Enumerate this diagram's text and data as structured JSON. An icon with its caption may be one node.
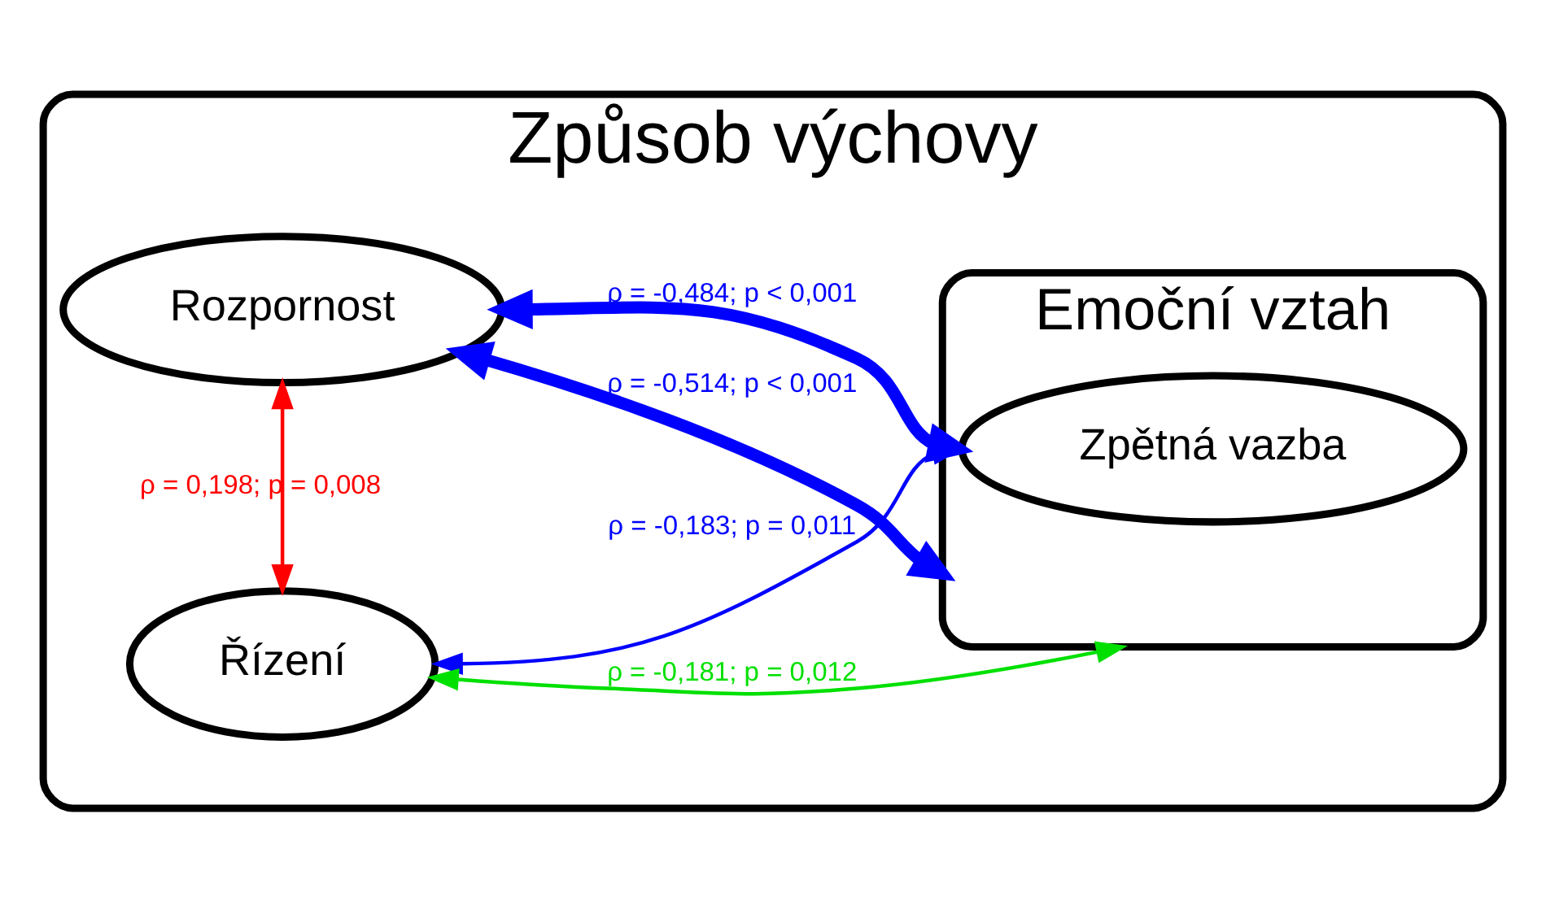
{
  "diagram": {
    "nodes": [
      {
        "text": [
          "Způsob výchovy"
        ]
      },
      {
        "text": [
          "Řízení"
        ],
        "in": 0
      },
      {
        "text": [
          "Emoční vztah"
        ],
        "in": 0
      },
      {
        "text": [
          "Zpětná vazba"
        ],
        "in": 2
      },
      {
        "text": [
          "Rozpornost"
        ],
        "in": 0
      }
    ],
    "edges": [
      {
        "from": 1,
        "to": 2,
        "arrow": "both",
        "label": "ρ = -0,181; p = 0,012",
        "color": "#00e000"
      },
      {
        "from": 1,
        "to": 4,
        "arrow": "both",
        "label": "ρ = 0,198; p = 0,008",
        "color": "#ff0000"
      },
      {
        "from": 1,
        "to": 3,
        "arrow": "both",
        "label": "ρ = -0,183; p = 0,011"
      },
      {
        "from": 4,
        "to": 3,
        "arrow": "both",
        "label": "ρ = -0,484; p < 0,001",
        "style": "thick"
      },
      {
        "from": 4,
        "to": 2,
        "arrow": "both",
        "label": "ρ = -0,514; p < 0,001",
        "style": "thick"
      }
    ]
  }
}
